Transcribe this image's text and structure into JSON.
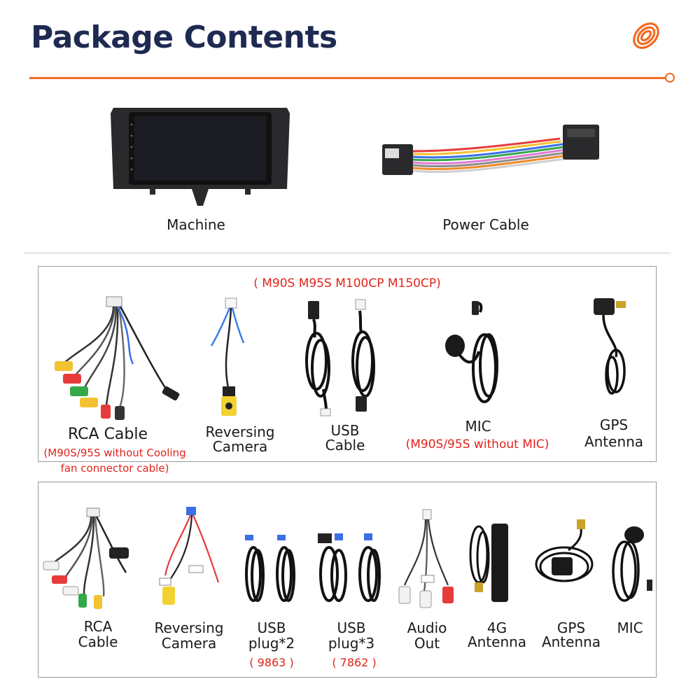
{
  "header": {
    "title": "Package Contents"
  },
  "top_items": [
    {
      "label": "Machine",
      "icon": "car-stereo-unit-icon"
    },
    {
      "label": "Power Cable",
      "icon": "wiring-harness-icon"
    }
  ],
  "box1": {
    "models_note": "( M90S M95S M100CP M150CP)",
    "items": [
      {
        "label": "RCA Cable",
        "note_line1": "(M90S/95S without Cooling",
        "note_line2": "fan connector cable)"
      },
      {
        "label_line1": "Reversing",
        "label_line2": "Camera"
      },
      {
        "label_line1": "USB",
        "label_line2": "Cable"
      },
      {
        "label": "MIC",
        "note": "(M90S/95S without MIC)"
      },
      {
        "label_line1": "GPS",
        "label_line2": "Antenna"
      }
    ]
  },
  "box2": {
    "items": [
      {
        "label_line1": "RCA",
        "label_line2": "Cable"
      },
      {
        "label_line1": "Reversing",
        "label_line2": "Camera"
      },
      {
        "label_line1": "USB",
        "label_line2": "plug*2",
        "note": "( 9863 )"
      },
      {
        "label_line1": "USB",
        "label_line2": "plug*3",
        "note": "( 7862 )"
      },
      {
        "label_line1": "Audio",
        "label_line2": "Out"
      },
      {
        "label_line1": "4G",
        "label_line2": "Antenna"
      },
      {
        "label_line1": "GPS",
        "label_line2": "Antenna"
      },
      {
        "label": "MIC"
      }
    ]
  },
  "colors": {
    "title": "#1f2a52",
    "accent": "#f26b21",
    "note_red": "#e0241b",
    "border": "#9a9a9a"
  }
}
